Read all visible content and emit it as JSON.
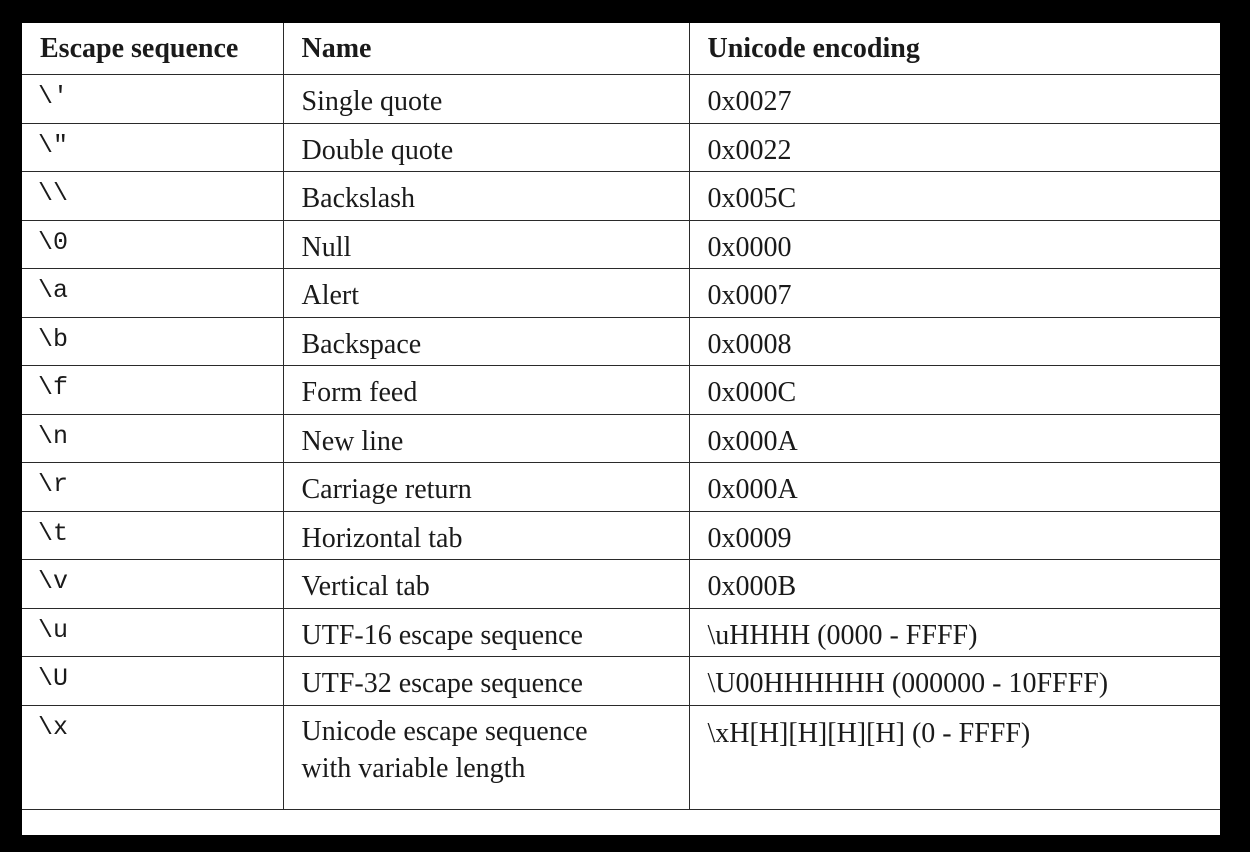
{
  "table": {
    "headers": [
      "Escape sequence",
      "Name",
      "Unicode encoding"
    ],
    "rows": [
      {
        "seq": "\\′",
        "name": "Single quote",
        "enc": "0x0027"
      },
      {
        "seq": "\\″",
        "name": "Double quote",
        "enc": "0x0022"
      },
      {
        "seq": "\\\\",
        "name": "Backslash",
        "enc": "0x005C"
      },
      {
        "seq": "\\0",
        "name": "Null",
        "enc": "0x0000"
      },
      {
        "seq": "\\a",
        "name": "Alert",
        "enc": "0x0007"
      },
      {
        "seq": "\\b",
        "name": "Backspace",
        "enc": "0x0008"
      },
      {
        "seq": "\\f",
        "name": "Form feed",
        "enc": "0x000C"
      },
      {
        "seq": "\\n",
        "name": "New line",
        "enc": "0x000A"
      },
      {
        "seq": "\\r",
        "name": "Carriage return",
        "enc": "0x000A"
      },
      {
        "seq": "\\t",
        "name": "Horizontal tab",
        "enc": "0x0009"
      },
      {
        "seq": "\\v",
        "name": "Vertical tab",
        "enc": "0x000B"
      },
      {
        "seq": "\\u",
        "name": "UTF-16 escape sequence",
        "enc": "\\uHHHH (0000 - FFFF)"
      },
      {
        "seq": "\\U",
        "name": "UTF-32 escape sequence",
        "enc": "\\U00HHHHHH (000000 - 10FFFF)"
      },
      {
        "seq": "\\x",
        "name_line1": "Unicode escape sequence",
        "name_line2": "with variable length",
        "enc": "\\xH[H][H][H][H] (0 - FFFF)"
      }
    ]
  }
}
